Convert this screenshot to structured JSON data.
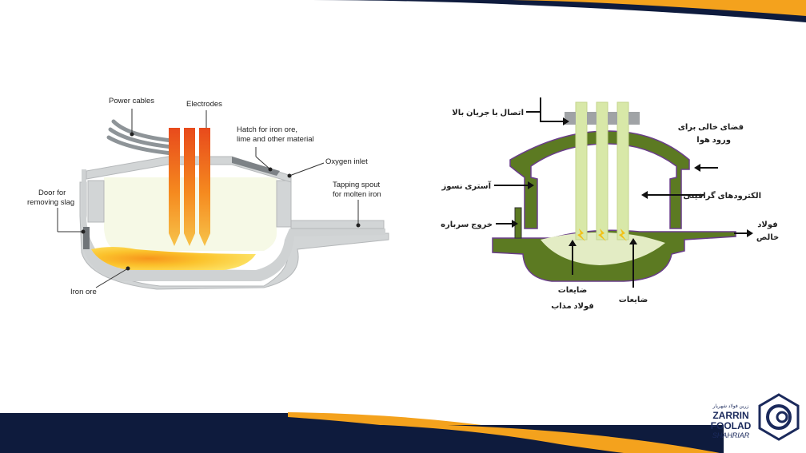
{
  "left_diagram": {
    "labels": {
      "power_cables": "Power cables",
      "electrodes": "Electrodes",
      "hatch_line1": "Hatch for iron ore,",
      "hatch_line2": "lime and other material",
      "oxygen_inlet": "Oxygen inlet",
      "tapping_line1": "Tapping spout",
      "tapping_line2": "for molten iron",
      "door_line1": "Door for",
      "door_line2": "removing slag",
      "iron_ore": "Iron ore"
    }
  },
  "right_diagram": {
    "labels": {
      "current_connection": "اتصال با جریان بالا",
      "air_space_line1": "فضای خالی برای",
      "air_space_line2": "ورود هوا",
      "refractory": "آستری نسوز",
      "graphite_electrodes": "الکترودهای گرافیتی",
      "slag_exit": "خروج سرباره",
      "pure_steel_line1": "فولاد",
      "pure_steel_line2": "خالص",
      "scrap_molten_line1": "ضایعات",
      "scrap_molten_line2": "فولاد مذاب",
      "scrap": "ضایعات"
    }
  },
  "logo": {
    "name_line1": "ZARRIN",
    "name_line2": "FOOLAD",
    "name_line3": "SHAHRIAR",
    "persian_name": "زرین فولاد شهریار"
  },
  "colors": {
    "navy": "#0e1b3d",
    "accent_orange": "#f4a21d",
    "furnace_grey": "#d2d5d6",
    "furnace_inner": "#f6f9e6",
    "furnace_green": "#5c7a22",
    "electrode_green": "#d8e8a8",
    "outline_purple": "#6a3d8a"
  }
}
